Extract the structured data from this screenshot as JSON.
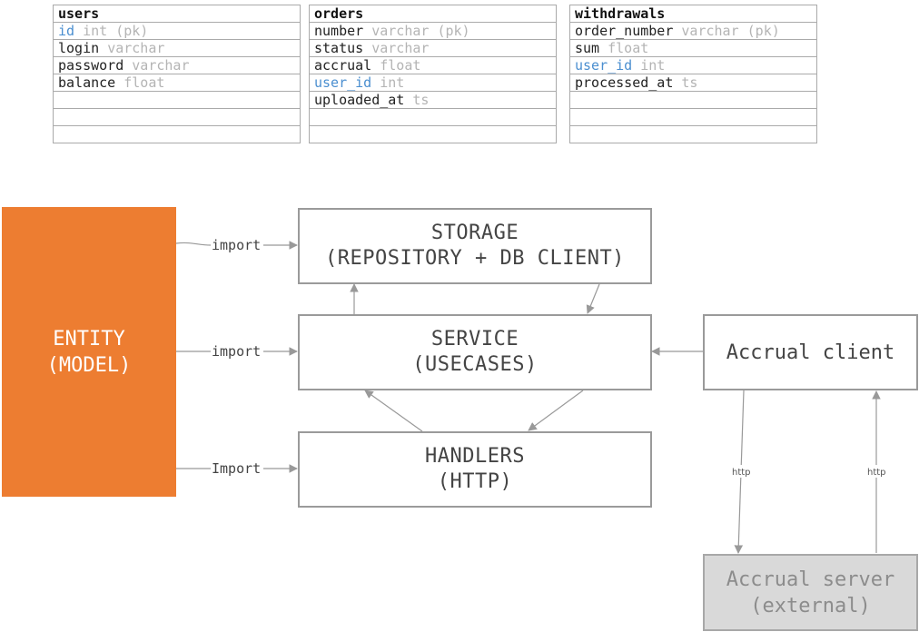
{
  "tables": [
    {
      "name": "users",
      "fields": [
        {
          "name": "id",
          "type": "int (pk)",
          "fk": true
        },
        {
          "name": "login",
          "type": "varchar",
          "fk": false
        },
        {
          "name": "password",
          "type": "varchar",
          "fk": false
        },
        {
          "name": "balance",
          "type": "float",
          "fk": false
        }
      ]
    },
    {
      "name": "orders",
      "fields": [
        {
          "name": "number",
          "type": "varchar (pk)",
          "fk": false
        },
        {
          "name": "status",
          "type": "varchar",
          "fk": false
        },
        {
          "name": "accrual",
          "type": "float",
          "fk": false
        },
        {
          "name": "user_id",
          "type": "int",
          "fk": true
        },
        {
          "name": "uploaded_at",
          "type": "ts",
          "fk": false
        }
      ]
    },
    {
      "name": "withdrawals",
      "fields": [
        {
          "name": "order_number",
          "type": "varchar (pk)",
          "fk": false
        },
        {
          "name": "sum",
          "type": "float",
          "fk": false
        },
        {
          "name": "user_id",
          "type": "int",
          "fk": true
        },
        {
          "name": "processed_at",
          "type": "ts",
          "fk": false
        }
      ]
    }
  ],
  "boxes": {
    "entity": {
      "line1": "ENTITY",
      "line2": "(MODEL)"
    },
    "storage": {
      "line1": "STORAGE",
      "line2": "(REPOSITORY + DB CLIENT)"
    },
    "service": {
      "line1": "SERVICE",
      "line2": "(USECASES)"
    },
    "handlers": {
      "line1": "HANDLERS",
      "line2": "(HTTP)"
    },
    "accrual_client": {
      "label": "Accrual client"
    },
    "accrual_server": {
      "line1": "Accrual server",
      "line2": "(external)"
    }
  },
  "edges": {
    "entity_storage": "import",
    "entity_service": "import",
    "entity_handlers": "Import",
    "client_to_server": "http",
    "server_to_client": "http"
  },
  "colors": {
    "entity": "#ed7d31",
    "foreign_key": "#4b8fd0",
    "type_text": "#b4b4b4",
    "server_fill": "#d9d9d9",
    "arrow": "#999999"
  }
}
